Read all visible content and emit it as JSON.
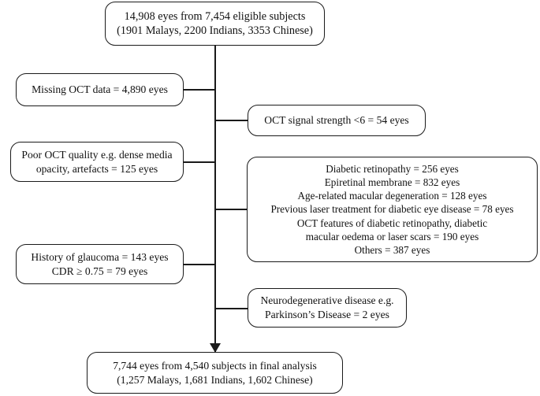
{
  "figure": {
    "type": "flowchart",
    "title": "Study participant selection flowchart",
    "colors": {
      "stroke": "#1a1a1a",
      "background": "#ffffff",
      "text": "#111111"
    }
  },
  "nodes": {
    "top": {
      "name": "eligible-subjects",
      "lines": [
        "14,908 eyes from 7,454 eligible subjects",
        "(1901 Malays, 2200 Indians, 3353 Chinese)"
      ]
    },
    "missing_oct": {
      "name": "missing-oct-data",
      "lines": [
        "Missing OCT data = 4,890 eyes"
      ]
    },
    "signal_strength": {
      "name": "oct-signal-strength",
      "lines": [
        "OCT signal strength <6 = 54 eyes"
      ]
    },
    "poor_quality": {
      "name": "poor-oct-quality",
      "lines": [
        "Poor OCT quality e.g. dense media",
        "opacity, artefacts = 125 eyes"
      ]
    },
    "eye_disease": {
      "name": "ocular-disease-exclusions",
      "lines": [
        "Diabetic retinopathy = 256 eyes",
        "Epiretinal membrane = 832 eyes",
        "Age-related macular degeneration = 128 eyes",
        "Previous laser treatment for diabetic eye disease = 78 eyes",
        "OCT features of diabetic retinopathy, diabetic",
        "macular oedema or laser scars = 190 eyes",
        "Others = 387 eyes"
      ]
    },
    "glaucoma": {
      "name": "history-of-glaucoma",
      "lines": [
        "History of glaucoma = 143 eyes",
        "CDR ≥ 0.75 = 79 eyes"
      ]
    },
    "neuro": {
      "name": "neurodegenerative-disease",
      "lines": [
        "Neurodegenerative disease e.g.",
        "Parkinson’s Disease = 2 eyes"
      ]
    },
    "final": {
      "name": "final-analysis",
      "lines": [
        "7,744 eyes from 4,540 subjects in final analysis",
        "(1,257 Malays, 1,681 Indians, 1,602 Chinese)"
      ]
    }
  }
}
